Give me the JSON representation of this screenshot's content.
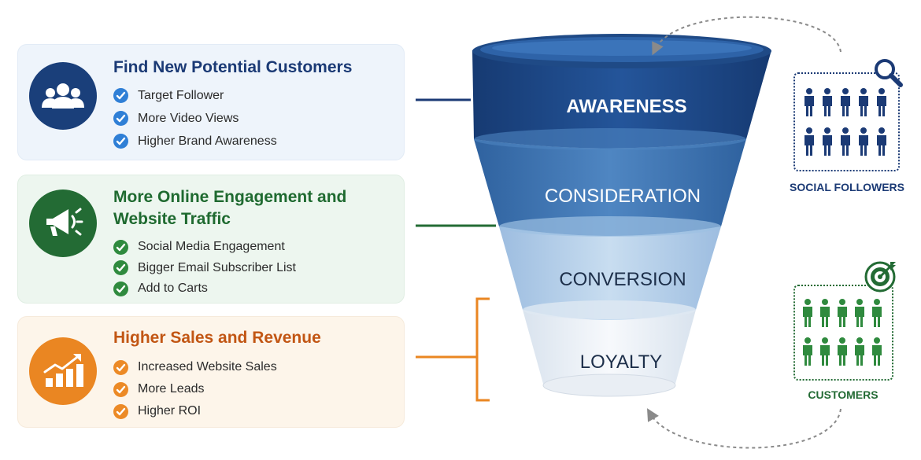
{
  "panels": [
    {
      "title": "Find New Potential Customers",
      "icon": "users-group-icon",
      "items": [
        "Target Follower",
        "More Video Views",
        "Higher Brand Awareness"
      ]
    },
    {
      "title": "More Online Engagement and Website Traffic",
      "icon": "megaphone-icon",
      "items": [
        "Social Media Engagement",
        "Bigger Email Subscriber List",
        "Add to Carts"
      ]
    },
    {
      "title": "Higher Sales and Revenue",
      "icon": "growth-chart-icon",
      "items": [
        "Increased Website Sales",
        "More Leads",
        "Higher ROI"
      ]
    }
  ],
  "funnel": {
    "stages": [
      "AWARENESS",
      "CONSIDERATION",
      "CONVERSION",
      "LOYALTY"
    ]
  },
  "groups": {
    "social_followers": {
      "label": "SOCIAL FOLLOWERS",
      "icon": "magnifier-icon"
    },
    "customers": {
      "label": "CUSTOMERS",
      "icon": "target-icon"
    }
  },
  "colors": {
    "navy": "#1b3a75",
    "green": "#236b34",
    "orange": "#ea8622",
    "awareness": "#1f4f8f",
    "consideration": "#3f77b5",
    "conversion": "#b7d2ea",
    "loyalty": "#eef3f8"
  }
}
